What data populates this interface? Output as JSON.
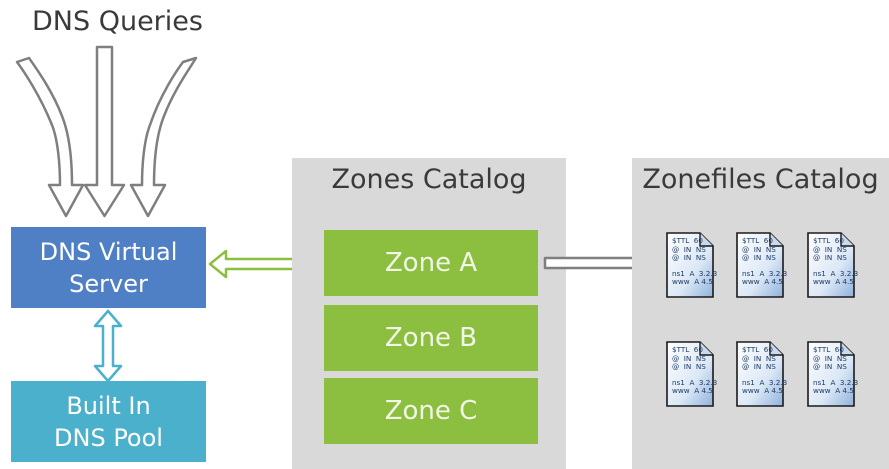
{
  "queries_title": "DNS Queries",
  "virtual_server": {
    "line1": "DNS Virtual",
    "line2": "Server"
  },
  "dns_pool": {
    "line1": "Built In",
    "line2": "DNS Pool"
  },
  "zones_catalog": {
    "title": "Zones Catalog",
    "zones": [
      "Zone A",
      "Zone B",
      "Zone C"
    ]
  },
  "zonefiles_catalog": {
    "title": "Zonefiles Catalog",
    "zonefile": {
      "lines": [
        "$TTL  60",
        "@  IN  NS",
        "@  IN  NS"
      ],
      "records": [
        "ns1  A  3.2.3",
        "www  A 4.5"
      ]
    }
  },
  "colors": {
    "virtual_server": "#4f7fc4",
    "dns_pool": "#4ab0cc",
    "zone": "#8cbf3f",
    "catalog_bg": "#d9d9d9",
    "arrow_green": "#8cbf3f",
    "arrow_blue": "#4ab0cc",
    "arrow_gray": "#7f7f7f"
  }
}
